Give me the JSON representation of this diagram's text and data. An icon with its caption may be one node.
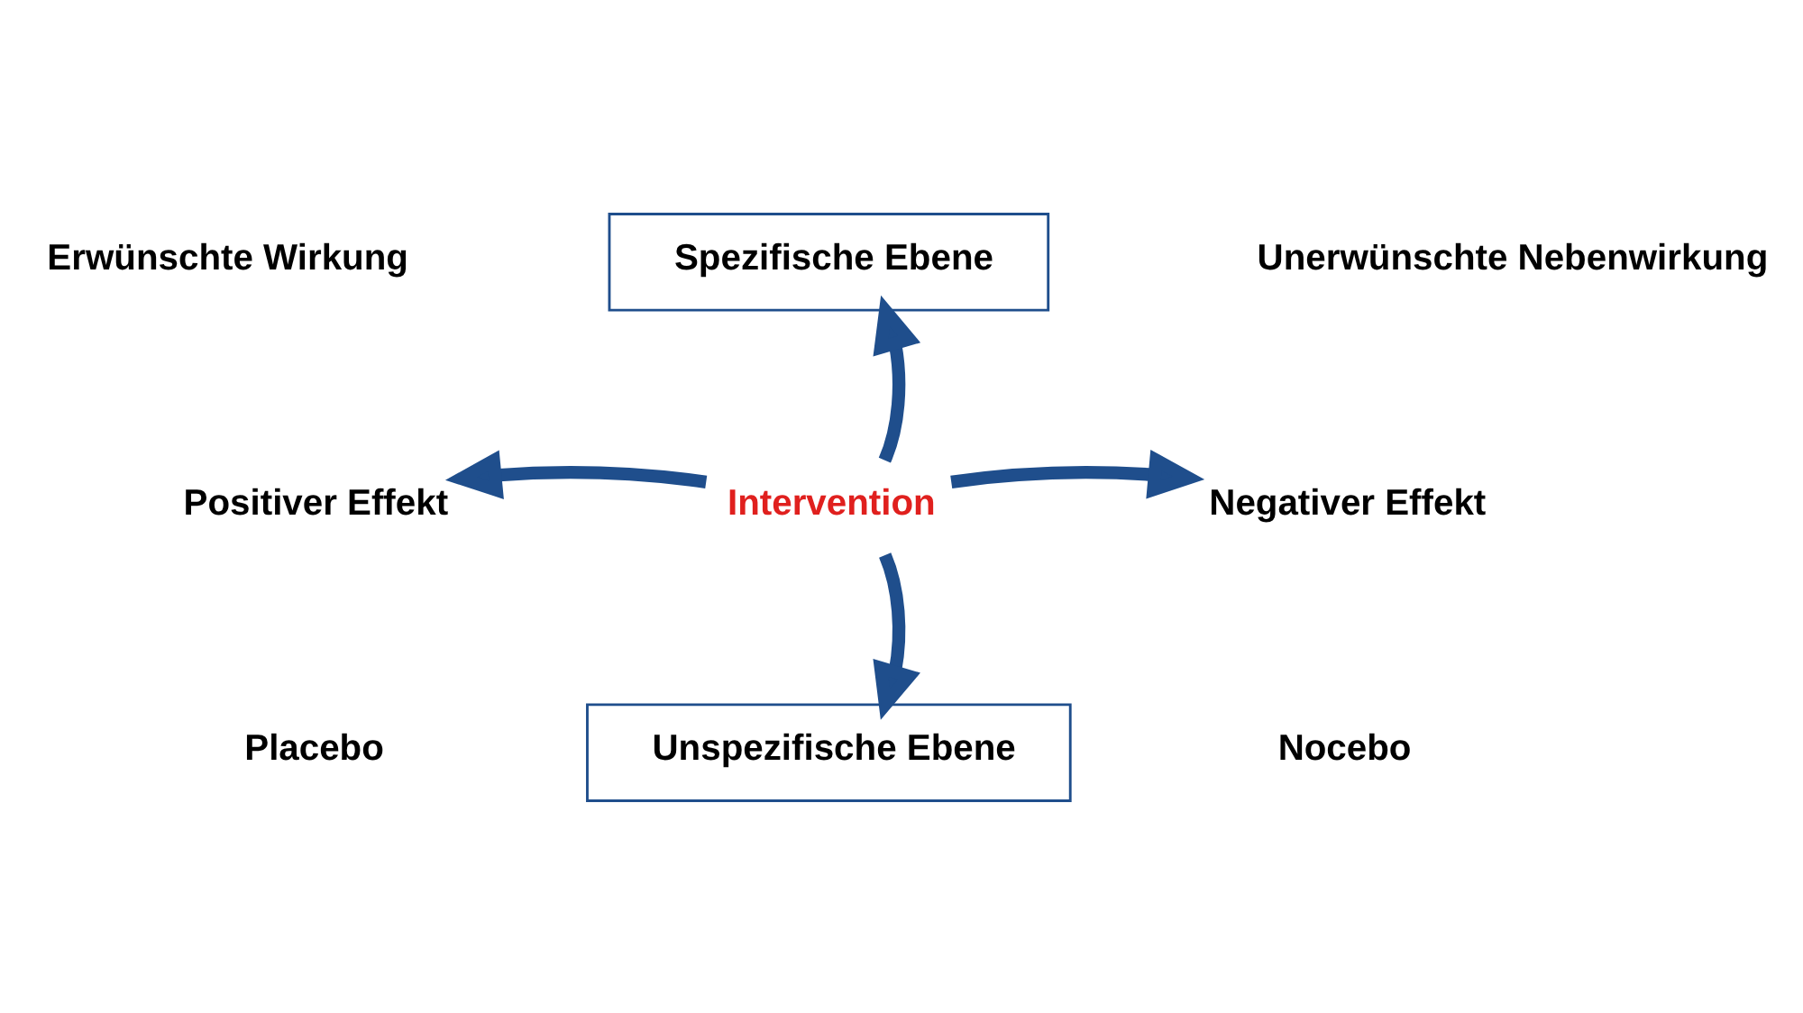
{
  "diagram": {
    "nodes": [
      {
        "text": [
          "Spezifische Ebene"
        ]
      },
      {
        "text": [
          "Positiver Effekt"
        ]
      },
      {
        "text": [
          "Intervention"
        ]
      },
      {
        "text": [
          "Negativer Effekt"
        ]
      },
      {
        "text": [
          "Unspezifische Ebene"
        ]
      }
    ],
    "edges": [
      {
        "from": 2,
        "to": 0,
        "arrow": "to"
      },
      {
        "from": 2,
        "to": 1,
        "arrow": "to"
      },
      {
        "from": 2,
        "to": 3,
        "arrow": "to"
      },
      {
        "from": 2,
        "to": 4,
        "arrow": "to"
      }
    ],
    "labels": [
      "Erwünschte Wirkung",
      "Unerwünschte Nebenwirkung",
      "Placebo",
      "Nocebo"
    ]
  }
}
